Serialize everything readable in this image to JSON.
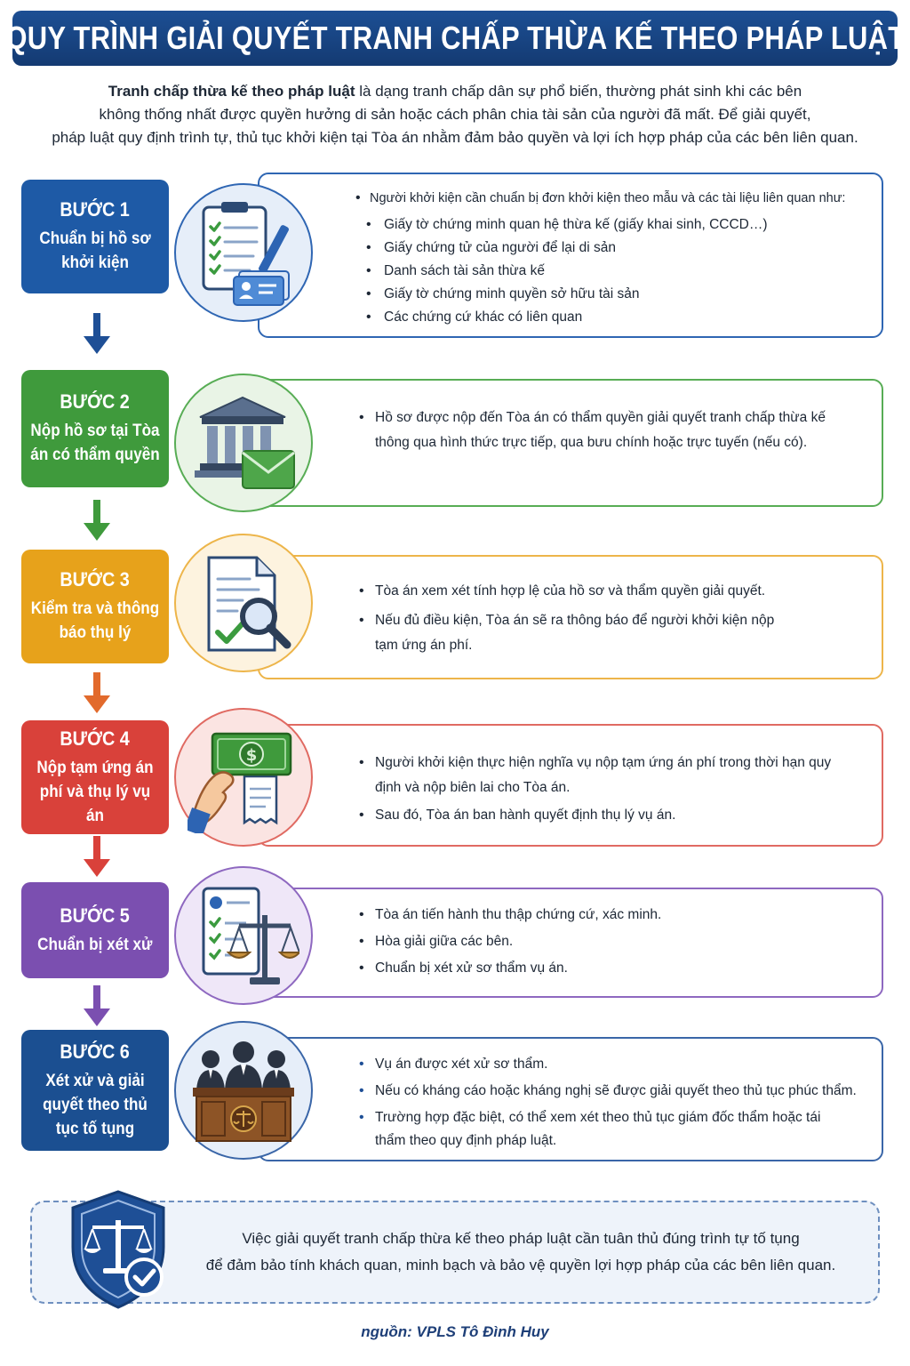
{
  "header": {
    "title": "QUY TRÌNH GIẢI QUYẾT TRANH CHẤP THỪA KẾ THEO PHÁP LUẬT"
  },
  "intro": {
    "lead": "Tranh chấp thừa kế theo pháp luật",
    "line1": " là dạng tranh chấp dân sự phổ biến, thường phát sinh khi các bên",
    "line2": "không thống nhất được quyền hưởng di sản hoặc cách phân chia tài sản của người đã mất. Để giải quyết,",
    "line3": "pháp luật quy định trình tự, thủ tục khởi kiện tại Tòa án nhằm đảm bảo quyền và lợi ích hợp pháp của các bên liên quan."
  },
  "colors": {
    "step1": "#1e5aa6",
    "step2": "#3f9a3c",
    "step3": "#e7a21b",
    "step4": "#d9413a",
    "step5": "#7b4fb0",
    "step6": "#1b4f91"
  },
  "steps": [
    {
      "num": "BƯỚC 1",
      "title": "Chuẩn bị hồ sơ khởi kiện",
      "icon": "clipboard-checklist-icon",
      "intro": "Người khởi kiện cần chuẩn bị đơn khởi kiện theo mẫu và các tài liệu liên quan như:",
      "items": [
        "Giấy tờ chứng minh quan hệ thừa kế (giấy khai sinh, CCCD…)",
        "Giấy chứng tử của người để lại di sản",
        "Danh sách tài sản thừa kế",
        "Giấy tờ chứng minh quyền sở hữu tài sản",
        "Các chứng cứ khác có liên quan"
      ]
    },
    {
      "num": "BƯỚC 2",
      "title": "Nộp hồ sơ tại Tòa án có thẩm quyền",
      "icon": "courthouse-envelope-icon",
      "items": [
        "Hồ sơ được nộp đến Tòa án có thẩm quyền giải quyết tranh chấp thừa kế thông qua hình thức trực tiếp, qua bưu chính hoặc trực tuyến (nếu có)."
      ]
    },
    {
      "num": "BƯỚC 3",
      "title": "Kiểm tra và thông báo thụ lý",
      "icon": "document-magnifier-icon",
      "items": [
        "Tòa án xem xét tính hợp lệ của hồ sơ và thẩm quyền giải quyết.",
        "Nếu đủ điều kiện, Tòa án sẽ ra thông báo để người khởi kiện nộp tạm ứng án phí."
      ]
    },
    {
      "num": "BƯỚC 4",
      "title": "Nộp tạm ứng án phí và thụ lý vụ án",
      "icon": "money-receipt-icon",
      "items": [
        "Người khởi kiện thực hiện nghĩa vụ nộp tạm ứng án phí trong thời hạn quy định và nộp biên lai cho Tòa án.",
        "Sau đó, Tòa án ban hành quyết định thụ lý vụ án."
      ]
    },
    {
      "num": "BƯỚC 5",
      "title": "Chuẩn bị xét xử",
      "icon": "checklist-scales-icon",
      "items": [
        "Tòa án tiến hành thu thập chứng cứ, xác minh.",
        "Hòa giải giữa các bên.",
        "Chuẩn bị xét xử sơ thẩm vụ án."
      ]
    },
    {
      "num": "BƯỚC 6",
      "title": "Xét xử và giải quyết theo thủ tục tố tụng",
      "icon": "judges-bench-icon",
      "items": [
        "Vụ án được xét xử sơ thẩm.",
        "Nếu có kháng cáo hoặc kháng nghị sẽ được giải quyết theo thủ tục phúc thẩm.",
        "Trường hợp đặc biệt, có thể xem xét theo thủ tục giám đốc thẩm hoặc tái thẩm theo quy định pháp luật."
      ]
    }
  ],
  "note": {
    "icon": "shield-scales-check-icon",
    "line1": "Việc giải quyết tranh chấp thừa kế theo pháp luật cần tuân thủ đúng trình tự tố tụng",
    "line2": "để đảm bảo tính khách quan, minh bạch và bảo vệ quyền lợi hợp pháp của các bên liên quan."
  },
  "source": "nguồn: VPLS Tô Đình Huy"
}
